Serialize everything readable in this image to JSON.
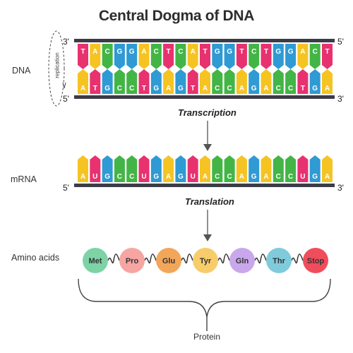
{
  "title": "Central Dogma of DNA",
  "labels": {
    "dna": "DNA",
    "mrna": "mRNA",
    "amino_acids": "Amino acids",
    "replication": "replication",
    "transcription": "Transcription",
    "translation": "Translation",
    "protein": "Protein",
    "end_3": "3'",
    "end_5": "5'"
  },
  "dna_top_strand": [
    "T",
    "A",
    "C",
    "G",
    "G",
    "A",
    "C",
    "T",
    "C",
    "A",
    "T",
    "G",
    "G",
    "T",
    "C",
    "T",
    "G",
    "G",
    "A",
    "C",
    "T"
  ],
  "dna_bottom_strand": [
    "A",
    "T",
    "G",
    "C",
    "C",
    "T",
    "G",
    "A",
    "G",
    "T",
    "A",
    "C",
    "C",
    "A",
    "G",
    "A",
    "C",
    "C",
    "T",
    "G",
    "A"
  ],
  "mrna_strand": [
    "A",
    "U",
    "G",
    "C",
    "C",
    "U",
    "G",
    "A",
    "G",
    "U",
    "A",
    "C",
    "C",
    "A",
    "G",
    "A",
    "C",
    "C",
    "U",
    "G",
    "A"
  ],
  "amino_acids": [
    {
      "name": "Met",
      "color": "#7dd3a6"
    },
    {
      "name": "Pro",
      "color": "#f6a5a2"
    },
    {
      "name": "Glu",
      "color": "#f2a65a"
    },
    {
      "name": "Tyr",
      "color": "#f7cc6b"
    },
    {
      "name": "Gln",
      "color": "#c9a7ec"
    },
    {
      "name": "Thr",
      "color": "#7fcbdc"
    },
    {
      "name": "Stop",
      "color": "#ef4d5b"
    }
  ],
  "base_colors": {
    "A": "#f5c423",
    "T": "#e7326f",
    "U": "#e7326f",
    "G": "#2f9ad3",
    "C": "#43b546"
  },
  "backbone_color": "#3c3c48"
}
